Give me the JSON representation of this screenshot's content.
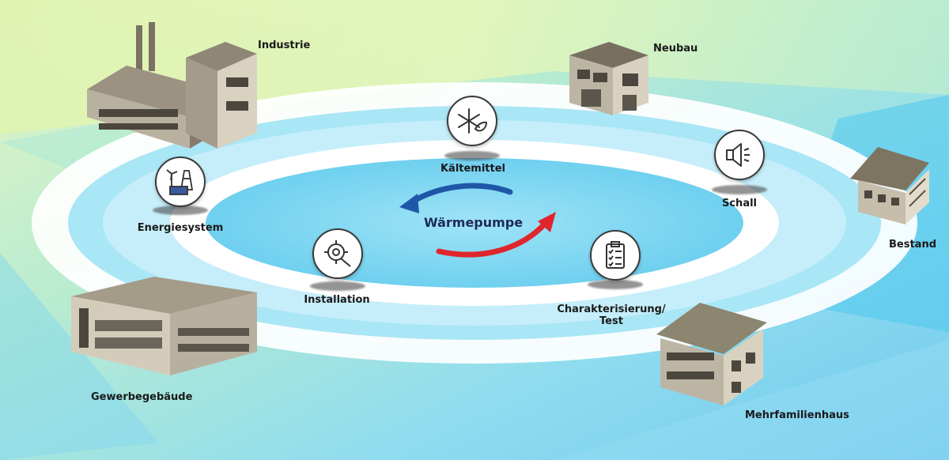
{
  "center": {
    "title": "Wärmepumpe"
  },
  "icons": {
    "kaeltemittel": {
      "label": "Kältemittel",
      "icon": "snowflake-leaf-icon"
    },
    "schall": {
      "label": "Schall",
      "icon": "speaker-sound-icon"
    },
    "charakterisierung": {
      "label": "Charakterisierung/\nTest",
      "icon": "clipboard-checklist-icon"
    },
    "installation": {
      "label": "Installation",
      "icon": "gear-wrench-icon"
    },
    "energiesystem": {
      "label": "Energiesystem",
      "icon": "wind-solar-power-icon"
    }
  },
  "buildings": {
    "industrie": {
      "label": "Industrie"
    },
    "neubau": {
      "label": "Neubau"
    },
    "bestand": {
      "label": "Bestand"
    },
    "mehrfamilienhaus": {
      "label": "Mehrfamilienhaus"
    },
    "gewerbegebaeude": {
      "label": "Gewerbegebäude"
    }
  },
  "colors": {
    "arrow_blue": "#1f57a8",
    "arrow_red": "#e0262c",
    "ring_white": "#ffffff",
    "bg_cyan": "#5fd3ee",
    "bg_green": "#c9ee9a"
  }
}
